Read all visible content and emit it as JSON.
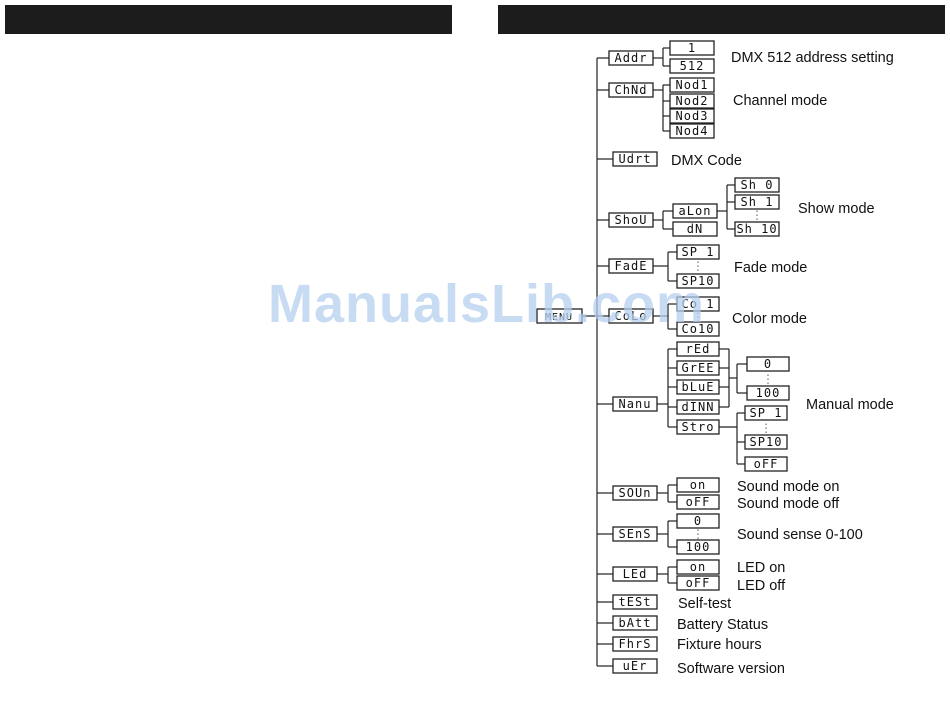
{
  "watermark": "ManualsLib.com",
  "root": "MENU",
  "menu": {
    "addr": {
      "code": "Addr",
      "options": [
        "1",
        "512"
      ],
      "label": "DMX 512 address setting"
    },
    "chnd": {
      "code": "ChNd",
      "options": [
        "Nod1",
        "Nod2",
        "Nod3",
        "Nod4"
      ],
      "label": "Channel mode"
    },
    "udrt": {
      "code": "Udrt",
      "label": "DMX Code"
    },
    "show": {
      "code": "ShoU",
      "sub": [
        "aLon",
        "dN"
      ],
      "options": [
        "Sh 0",
        "Sh 1",
        "Sh 10"
      ],
      "label": "Show mode"
    },
    "fade": {
      "code": "FadE",
      "options": [
        "SP 1",
        "SP10"
      ],
      "label": "Fade mode"
    },
    "color": {
      "code": "CoLo",
      "options": [
        "Co 1",
        "Co10"
      ],
      "label": "Color  mode"
    },
    "manual": {
      "code": "Nanu",
      "sub": [
        "rEd",
        "GrEE",
        "bLuE",
        "dINN",
        "Stro"
      ],
      "levels": [
        "0",
        "100"
      ],
      "strobe": [
        "SP 1",
        "SP10",
        "oFF"
      ],
      "label": "Manual mode"
    },
    "sound": {
      "code": "SOUn",
      "options": [
        "on",
        "oFF"
      ],
      "label_on": "Sound mode on",
      "label_off": "Sound mode off"
    },
    "sense": {
      "code": "SEnS",
      "options": [
        "0",
        "100"
      ],
      "label": "Sound sense 0-100"
    },
    "led": {
      "code": "LEd",
      "options": [
        "on",
        "oFF"
      ],
      "label_on": "LED on",
      "label_off": "LED off"
    },
    "test": {
      "code": "tESt",
      "label": "Self-test"
    },
    "batt": {
      "code": "bAtt",
      "label": "Battery Status"
    },
    "hours": {
      "code": "FhrS",
      "label": "Fixture hours"
    },
    "ver": {
      "code": "uEr",
      "label": "Software version"
    }
  }
}
